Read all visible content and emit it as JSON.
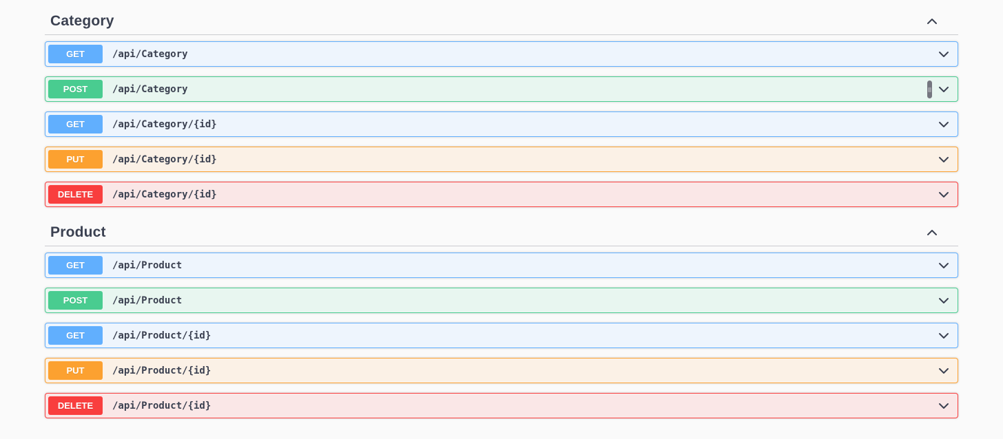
{
  "page": {
    "background_color": "#fafafa",
    "text_color": "#3b4151"
  },
  "method_colors": {
    "GET": {
      "badge": "#61affe",
      "row_background": "#eef5fd",
      "border": "#61affe"
    },
    "POST": {
      "badge": "#49cc90",
      "row_background": "#e8f6f0",
      "border": "#49cc90"
    },
    "PUT": {
      "badge": "#fca130",
      "row_background": "#fbf1e6",
      "border": "#fca130"
    },
    "DELETE": {
      "badge": "#f93e3e",
      "row_background": "#fae7e7",
      "border": "#f93e3e"
    }
  },
  "icons": {
    "section_collapse": "chevron-up-icon",
    "row_expand": "chevron-down-icon",
    "cursor": "text-cursor"
  },
  "sections": [
    {
      "title": "Category",
      "expanded": true,
      "operations": [
        {
          "method": "GET",
          "path": "/api/Category"
        },
        {
          "method": "POST",
          "path": "/api/Category",
          "has_cursor_artifact": true
        },
        {
          "method": "GET",
          "path": "/api/Category/{id}"
        },
        {
          "method": "PUT",
          "path": "/api/Category/{id}"
        },
        {
          "method": "DELETE",
          "path": "/api/Category/{id}"
        }
      ]
    },
    {
      "title": "Product",
      "expanded": true,
      "operations": [
        {
          "method": "GET",
          "path": "/api/Product"
        },
        {
          "method": "POST",
          "path": "/api/Product"
        },
        {
          "method": "GET",
          "path": "/api/Product/{id}"
        },
        {
          "method": "PUT",
          "path": "/api/Product/{id}"
        },
        {
          "method": "DELETE",
          "path": "/api/Product/{id}"
        }
      ]
    }
  ]
}
